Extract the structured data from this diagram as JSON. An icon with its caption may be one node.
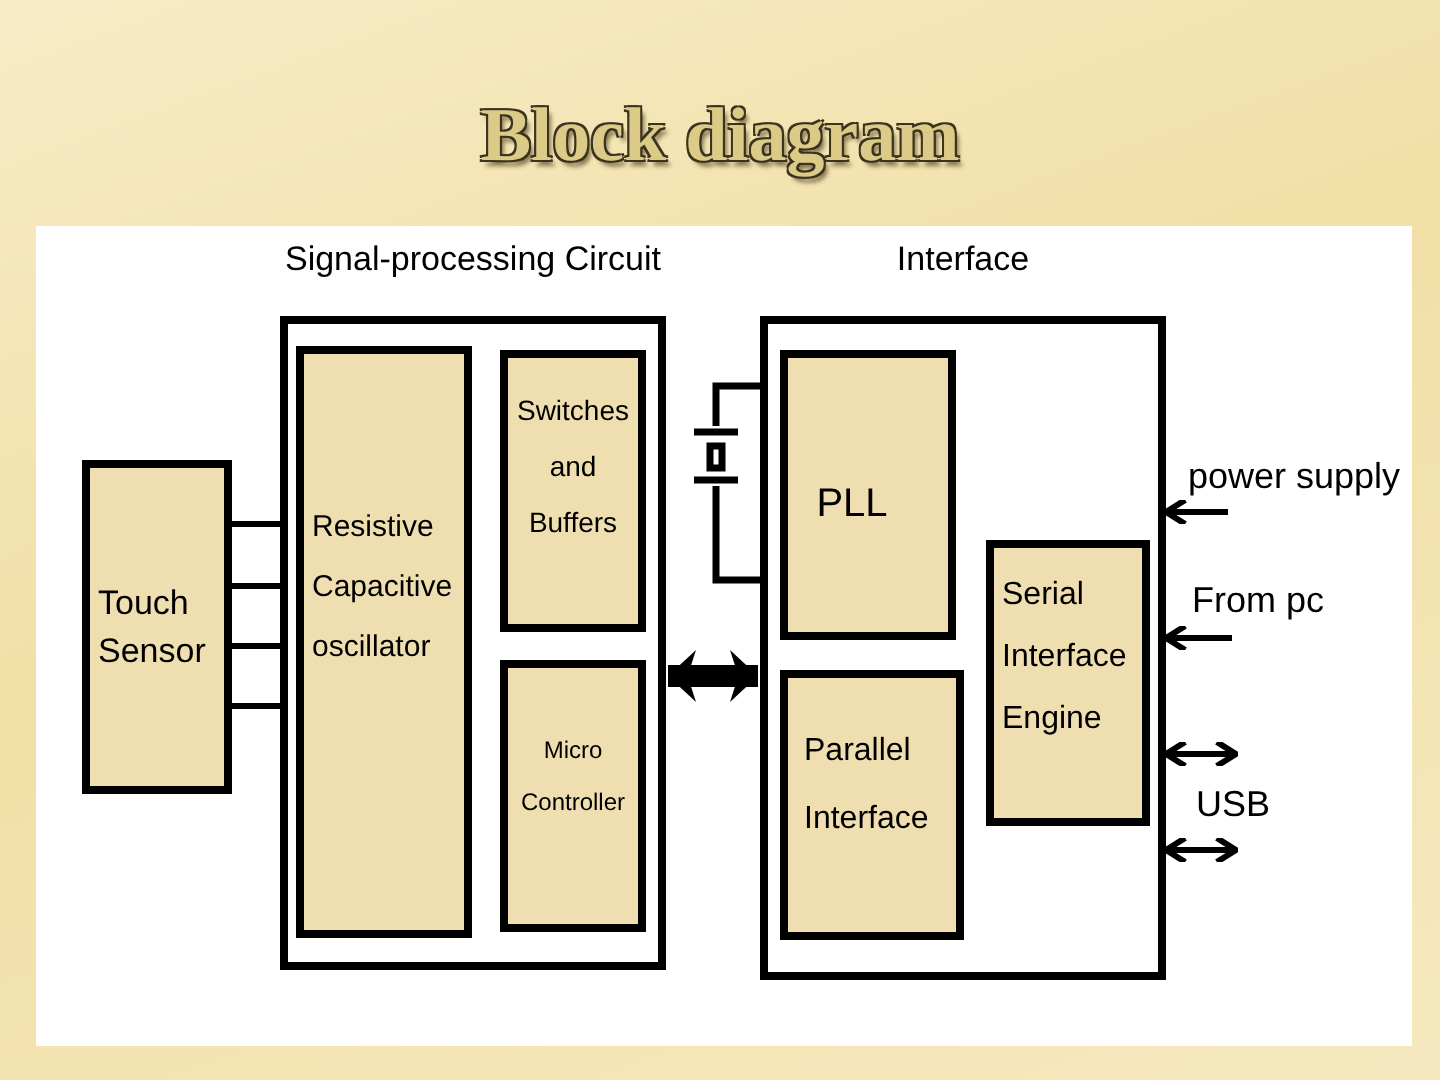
{
  "diagram": {
    "title": "Block diagram",
    "nodes": [
      {
        "text": [
          "Signal-processing Circuit"
        ]
      },
      {
        "text": [
          "Resistive Capacitive oscillator"
        ],
        "in": 0
      },
      {
        "text": [
          "Switches and Buffers"
        ],
        "in": 0
      },
      {
        "text": [
          "Micro Controller"
        ],
        "in": 0
      },
      {
        "text": [
          "Touch Sensor"
        ]
      },
      {
        "text": [
          "Interface"
        ]
      },
      {
        "text": [
          "PLL"
        ],
        "in": 5
      },
      {
        "text": [
          "Parallel Interface"
        ],
        "in": 5
      },
      {
        "text": [
          "Serial Interface Engine"
        ],
        "in": 5
      },
      {
        "text": [
          "power supply"
        ]
      },
      {
        "text": [
          "From pc"
        ]
      },
      {
        "text": [
          "USB"
        ]
      }
    ],
    "edges": [
      {
        "from": 4,
        "to": 0,
        "arrow": "none"
      },
      {
        "from": 4,
        "to": 0,
        "arrow": "none"
      },
      {
        "from": 4,
        "to": 0,
        "arrow": "none"
      },
      {
        "from": 4,
        "to": 0,
        "arrow": "none"
      },
      {
        "from": 0,
        "to": 5,
        "arrow": "both",
        "style": "thick"
      },
      {
        "from": 9,
        "to": 5,
        "arrow": "to"
      },
      {
        "from": 10,
        "to": 5,
        "arrow": "to"
      },
      {
        "from": 11,
        "to": 5,
        "arrow": "both"
      },
      {
        "from": 11,
        "to": 5,
        "arrow": "both"
      }
    ]
  }
}
